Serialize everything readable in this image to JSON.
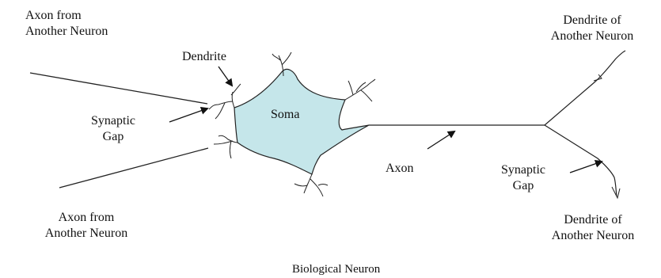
{
  "labels": {
    "axon_from_top": [
      "Axon from",
      "Another Neuron"
    ],
    "axon_from_bottom": [
      "Axon from",
      "Another Neuron"
    ],
    "dendrite": "Dendrite",
    "synaptic_gap_left": [
      "Synaptic",
      "Gap"
    ],
    "soma": "Soma",
    "axon": "Axon",
    "synaptic_gap_right": [
      "Synaptic",
      "Gap"
    ],
    "dendrite_of_top": [
      "Dendrite of",
      "Another Neuron"
    ],
    "dendrite_of_bottom": [
      "Dendrite of",
      "Another Neuron"
    ],
    "caption": "Biological Neuron"
  },
  "colors": {
    "soma_fill": "#c5e6ea",
    "stroke": "#222222",
    "text": "#111111"
  }
}
